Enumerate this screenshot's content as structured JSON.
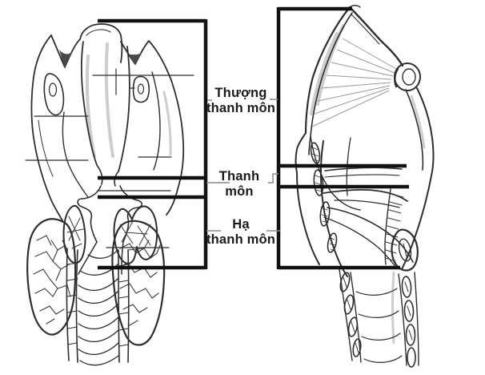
{
  "labels": {
    "supraglottis": {
      "line1": "Thượng",
      "line2": "thanh môn"
    },
    "glottis": {
      "line1": "Thanh",
      "line2": "môn"
    },
    "subglottis": {
      "line1": "Hạ",
      "line2": "thanh môn"
    }
  },
  "colors": {
    "bg": "#ffffff",
    "ink": "#2e2e2e",
    "bracket": "#111111",
    "pointer": "#8a8a8a",
    "shade": "#cdcdcd",
    "hatch": "#3a3a3a",
    "text": "#1b1b1b"
  }
}
